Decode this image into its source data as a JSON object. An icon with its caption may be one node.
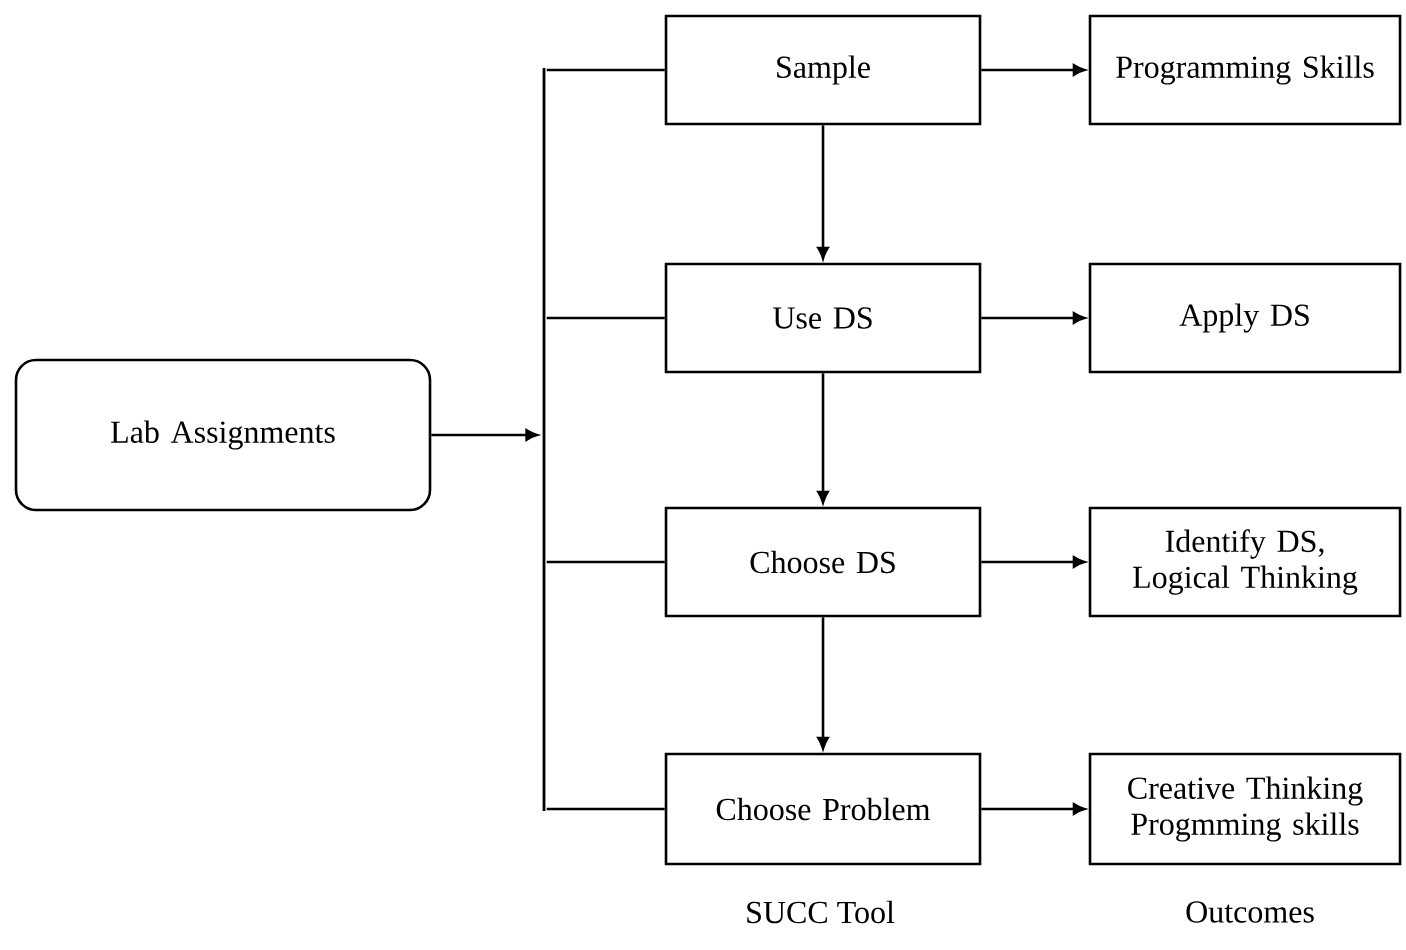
{
  "diagram": {
    "nodes": [
      {
        "text": [
          "Lab Assignments"
        ]
      },
      {
        "text": [
          "Sample"
        ]
      },
      {
        "text": [
          "Programming Skills"
        ]
      },
      {
        "text": [
          "Use DS"
        ]
      },
      {
        "text": [
          "Apply DS"
        ]
      },
      {
        "text": [
          "Choose DS"
        ]
      },
      {
        "text": [
          "Identify DS, Logical Thinking"
        ]
      },
      {
        "text": [
          "Choose Problem"
        ]
      },
      {
        "text": [
          "Creative Thinking Progmming skills"
        ]
      },
      {
        "text": [],
        "shape": "bar"
      }
    ],
    "edges": [
      {
        "from": 0,
        "to": 9,
        "arrow": "to"
      },
      {
        "from": 9,
        "to": 1,
        "arrow": "none"
      },
      {
        "from": 9,
        "to": 3,
        "arrow": "none"
      },
      {
        "from": 9,
        "to": 5,
        "arrow": "none"
      },
      {
        "from": 9,
        "to": 7,
        "arrow": "none"
      },
      {
        "from": 1,
        "to": 2,
        "arrow": "to"
      },
      {
        "from": 3,
        "to": 4,
        "arrow": "to"
      },
      {
        "from": 5,
        "to": 6,
        "arrow": "to"
      },
      {
        "from": 7,
        "to": 8,
        "arrow": "to"
      },
      {
        "from": 1,
        "to": 3,
        "arrow": "to"
      },
      {
        "from": 3,
        "to": 5,
        "arrow": "to"
      },
      {
        "from": 5,
        "to": 7,
        "arrow": "to"
      }
    ],
    "labels": [
      "SUCC  Tool",
      "Outcomes"
    ]
  }
}
